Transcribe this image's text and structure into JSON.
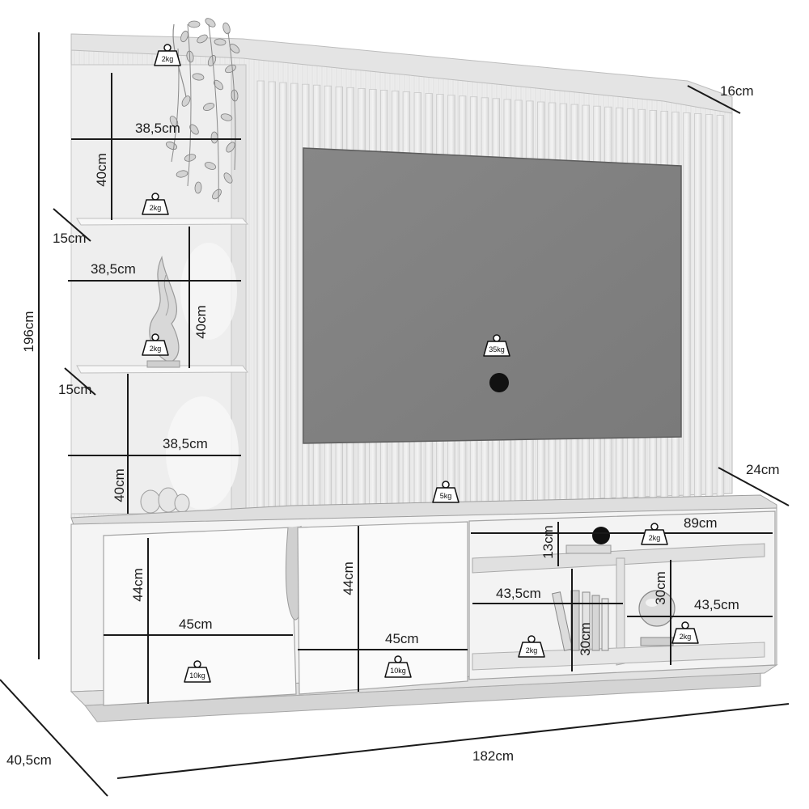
{
  "dimensions": {
    "total_height": "196cm",
    "total_width": "182cm",
    "total_depth": "40,5cm",
    "panel_depth": "16cm",
    "rack_depth": "24cm",
    "shelf_gap_upper": "15cm",
    "shelf_gap_middle": "15cm",
    "niche_width_top": "38,5cm",
    "niche_width_middle": "38,5cm",
    "niche_width_bottom": "38,5cm",
    "niche_height_top": "40cm",
    "niche_height_middle": "40cm",
    "niche_height_bottom": "40cm",
    "open_compartment_width": "89cm",
    "open_compartment_height": "13cm",
    "door_height_left": "44cm",
    "door_height_right": "44cm",
    "door_width_left": "45cm",
    "door_width_right": "45cm",
    "lower_niche_width_left": "43,5cm",
    "lower_niche_width_right": "43,5cm",
    "lower_niche_height_left": "30cm",
    "lower_niche_height_right": "30cm"
  },
  "weights": {
    "top_shelf": "2kg",
    "upper_glass_shelf": "2kg",
    "middle_glass_shelf": "2kg",
    "tv_panel": "35kg",
    "rack_top": "5kg",
    "open_compartment": "2kg",
    "left_door": "10kg",
    "right_door": "10kg",
    "lower_niche_left": "2kg",
    "lower_niche_right": "2kg"
  }
}
